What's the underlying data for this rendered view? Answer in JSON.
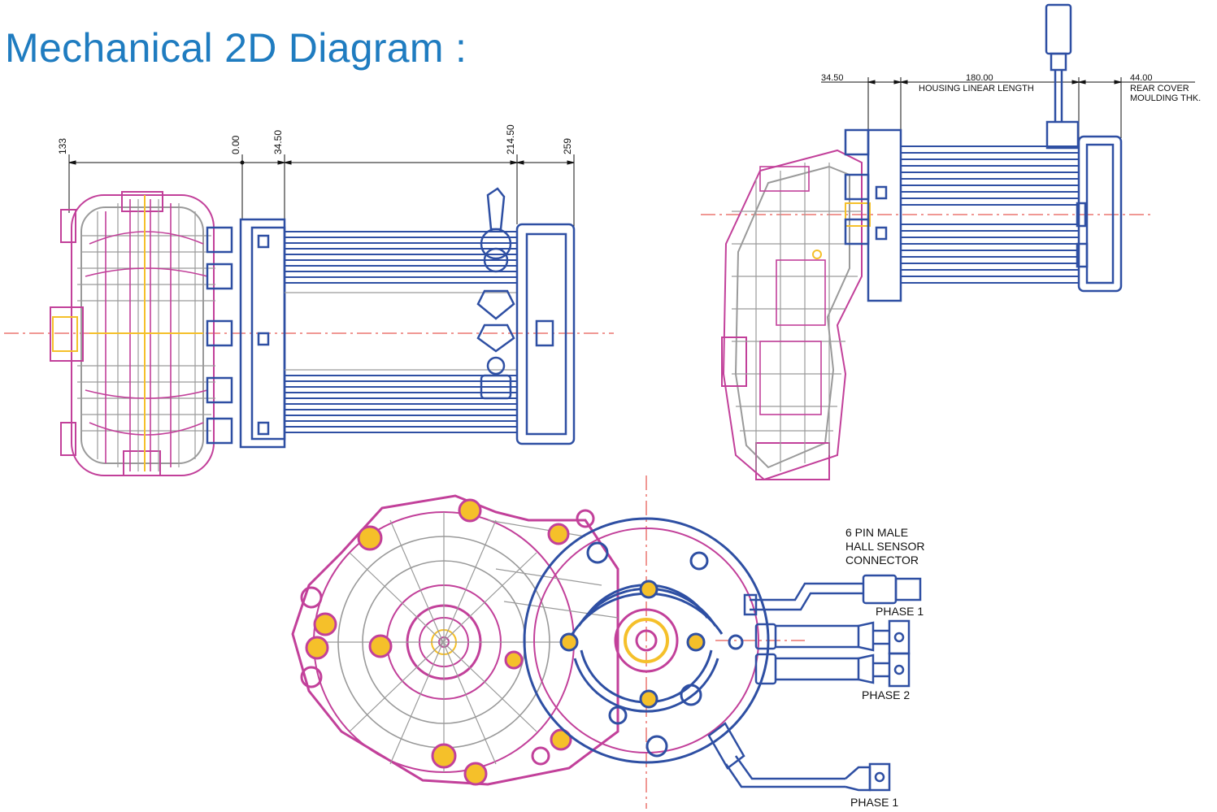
{
  "title": "Mechanical 2D Diagram :",
  "side_view": {
    "dims": [
      "133",
      "0.00",
      "34.50",
      "214.50",
      "259"
    ]
  },
  "top_view": {
    "dim_left": "34.50",
    "dim_mid": "180.00",
    "dim_mid_caption": "HOUSING LINEAR LENGTH",
    "dim_right": "44.00",
    "dim_right_caption_1": "REAR COVER",
    "dim_right_caption_2": "MOULDING THK."
  },
  "front_view": {
    "connector_1": "6 PIN MALE",
    "connector_2": "HALL SENSOR",
    "connector_3": "CONNECTOR",
    "phase_a": "PHASE 1",
    "phase_b": "PHASE 2",
    "phase_c": "PHASE 1"
  },
  "colors": {
    "title": "#1f7cc0",
    "motor_blue": "#2e4fa3",
    "gear_magenta": "#c2409a",
    "gear_gray": "#9a9a9a",
    "bolt_yellow": "#f5c02a",
    "centerline_red": "#e0302a"
  }
}
